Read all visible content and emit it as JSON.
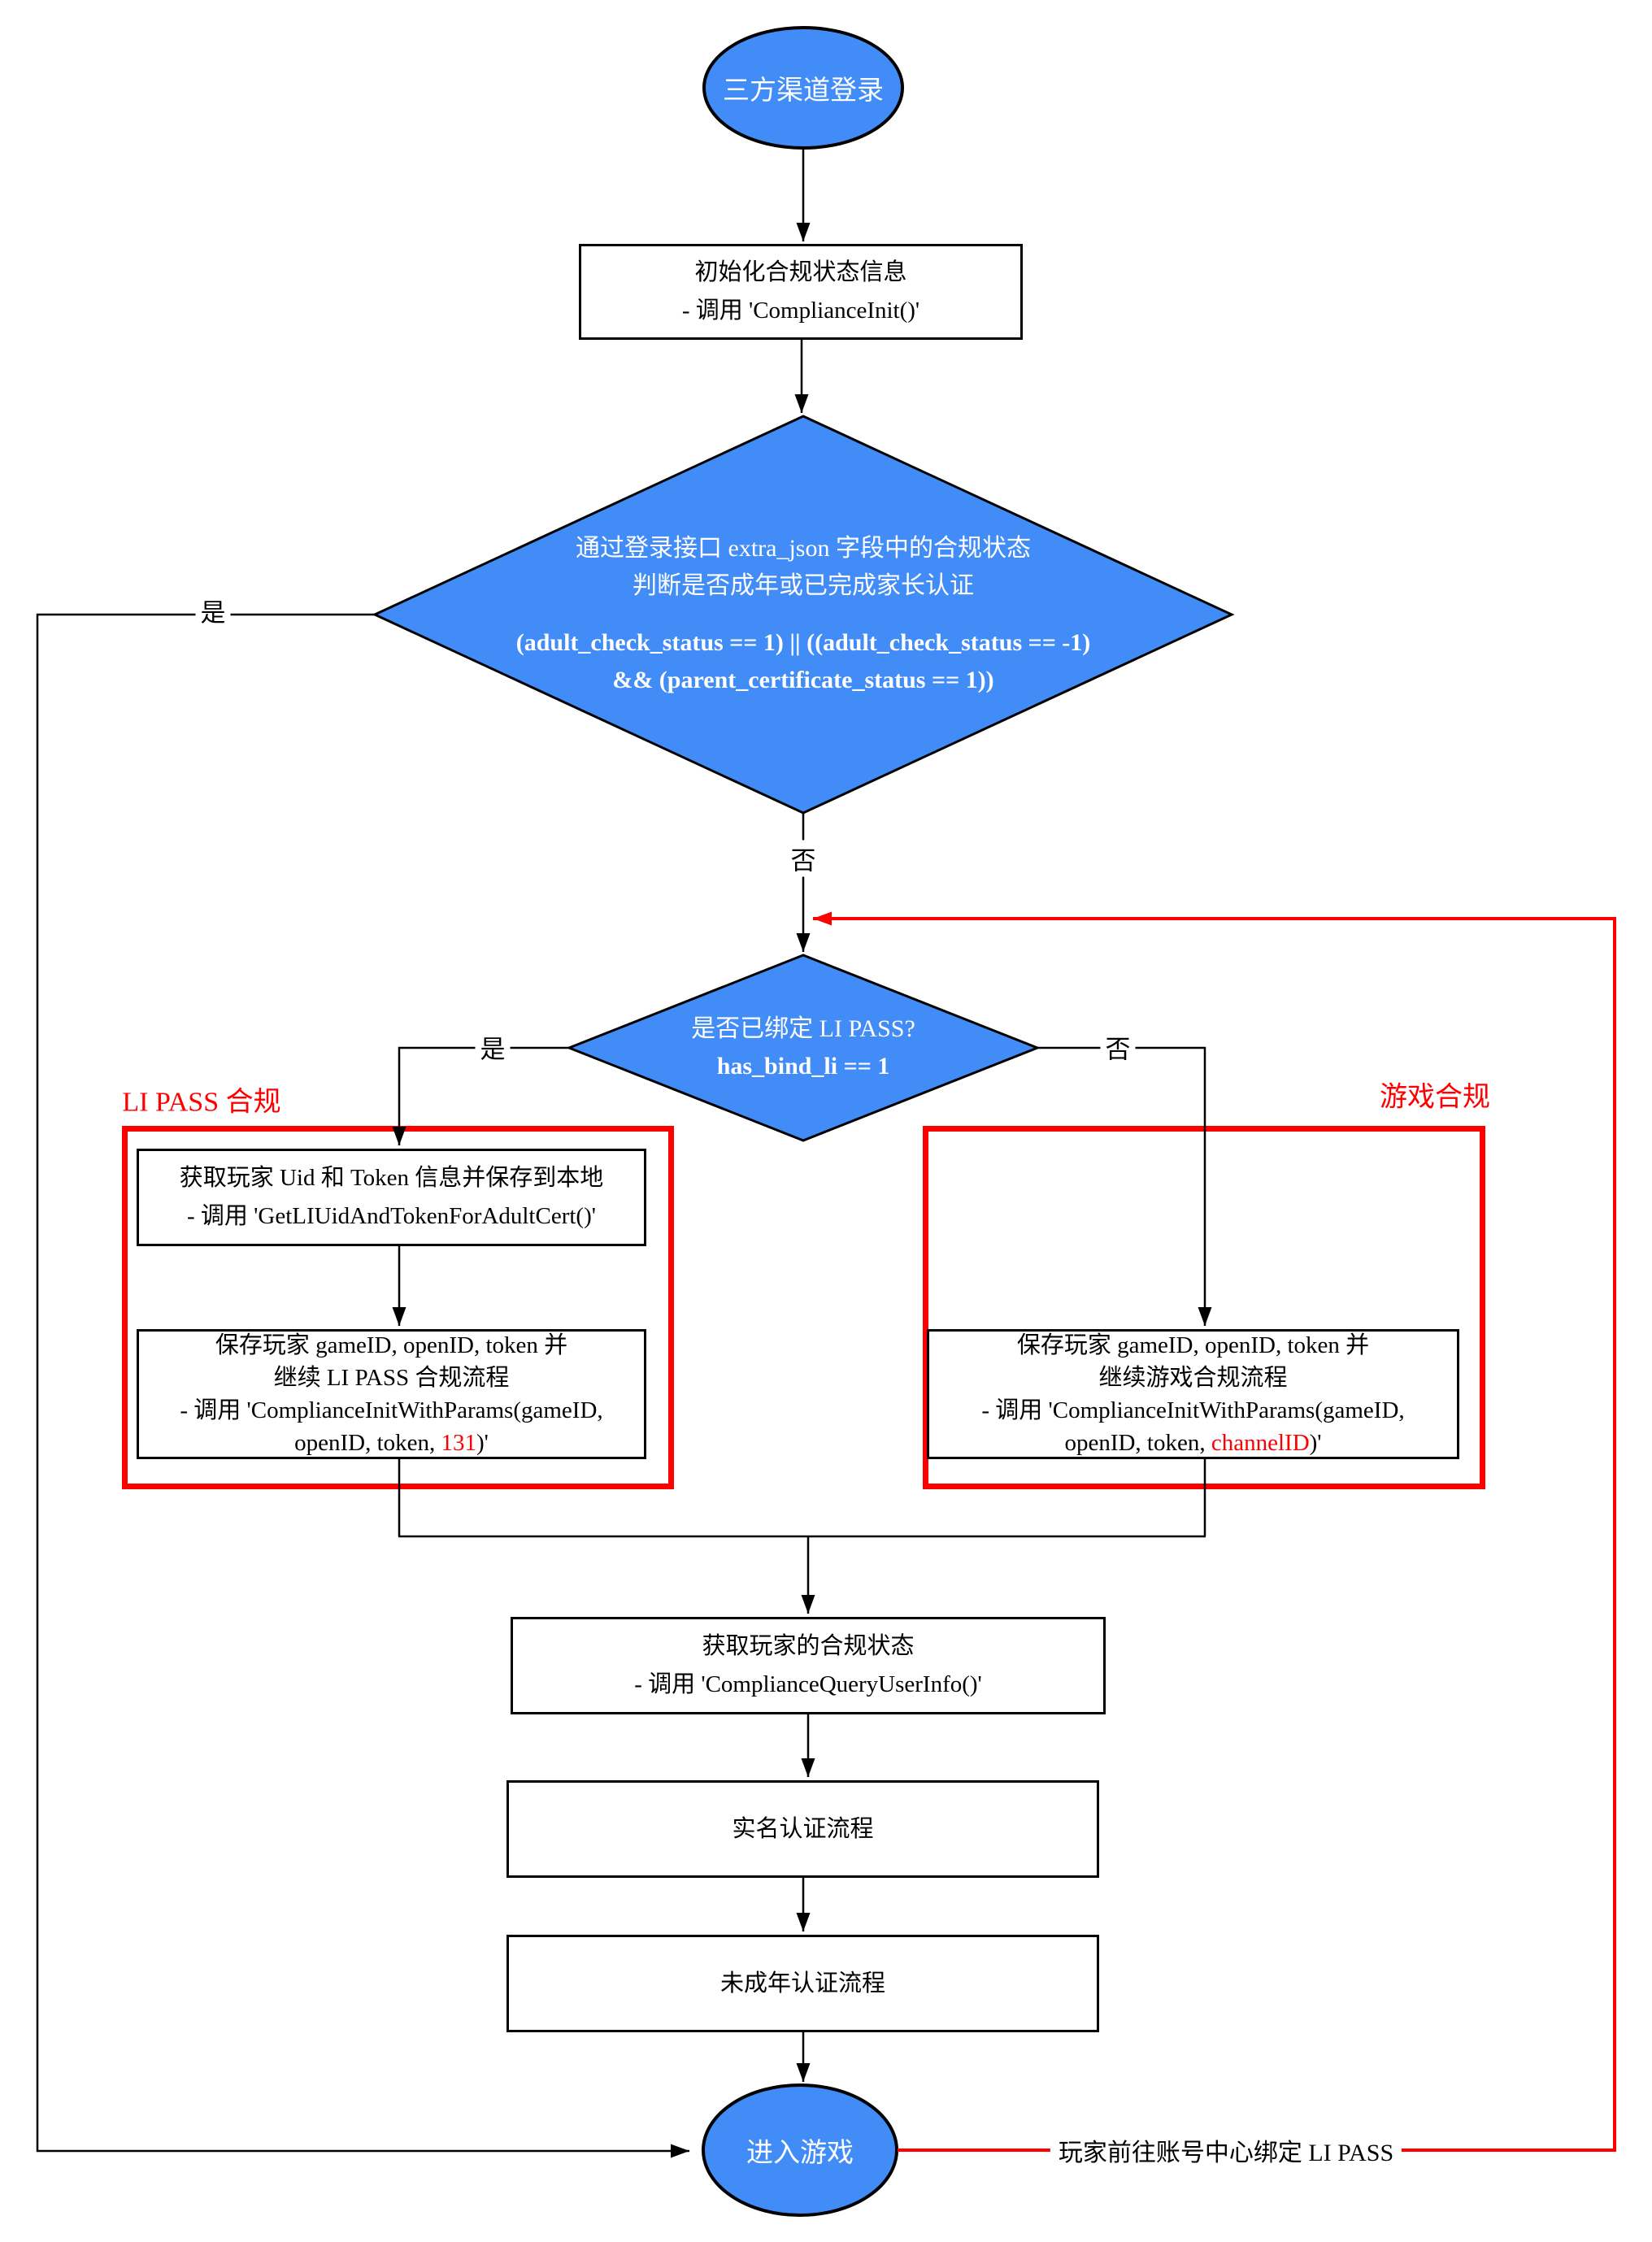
{
  "diagram": {
    "start": {
      "label": "三方渠道登录"
    },
    "init": {
      "line1": "初始化合规状态信息",
      "line2": "- 调用 'ComplianceInit()'"
    },
    "adult_check": {
      "line1": "通过登录接口 extra_json 字段中的合规状态",
      "line2": "判断是否成年或已完成家长认证",
      "cond1": "(adult_check_status == 1) || ((adult_check_status == -1)",
      "cond2": "&& (parent_certificate_status == 1))"
    },
    "bind_check": {
      "line1": "是否已绑定 LI PASS?",
      "line2": "has_bind_li == 1"
    },
    "groups": {
      "lipass": "LI PASS 合规",
      "game": "游戏合规"
    },
    "get_uid": {
      "line1": "获取玩家 Uid 和 Token 信息并保存到本地",
      "line2": "- 调用 'GetLIUidAndTokenForAdultCert()'"
    },
    "save_lipass": {
      "line1": "保存玩家 gameID, openID, token 并",
      "line2": "继续 LI PASS 合规流程",
      "line3": "- 调用 'ComplianceInitWithParams(gameID,",
      "line4_prefix": "openID, token, ",
      "line4_highlight": "131",
      "line4_suffix": ")'"
    },
    "save_game": {
      "line1": "保存玩家 gameID, openID, token 并",
      "line2": "继续游戏合规流程",
      "line3": "- 调用 'ComplianceInitWithParams(gameID,",
      "line4_prefix": "openID, token, ",
      "line4_highlight": "channelID",
      "line4_suffix": ")'"
    },
    "query": {
      "line1": "获取玩家的合规状态",
      "line2": "- 调用 'ComplianceQueryUserInfo()'"
    },
    "realname": {
      "label": "实名认证流程"
    },
    "minor": {
      "label": "未成年认证流程"
    },
    "enter": {
      "label": "进入游戏"
    },
    "edges": {
      "adult_yes": "是",
      "adult_no": "否",
      "bind_yes": "是",
      "bind_no": "否",
      "bind_loop": "玩家前往账号中心绑定 LI PASS"
    },
    "colors": {
      "node_fill": "#418cf6",
      "highlight": "#ff0000",
      "line": "#000000"
    }
  }
}
